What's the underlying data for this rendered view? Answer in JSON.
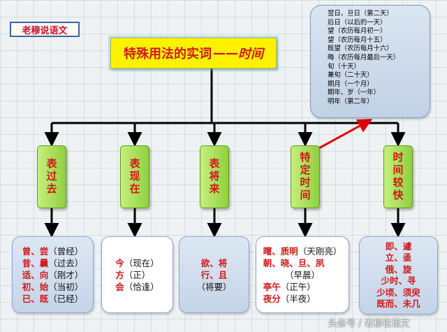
{
  "brand": "老穆说语文",
  "title": {
    "main": "特殊用法的实词",
    "dash": "——",
    "em": "时间"
  },
  "note_lines": [
    "翌日、旦日（第二天）",
    "后日（以后的一天）",
    "望（农历每月初一）",
    "望（农历每月十五）",
    "既望（农历每月十六）",
    "晦（农历每月最后一天）",
    "旬（十天）",
    "兼旬（二十天）",
    "期月（一个月）",
    "期年、岁（一年）",
    "明年（第二年）"
  ],
  "categories": [
    "表过去",
    "表现在",
    "表将来",
    "特定时间",
    "时间较快"
  ],
  "box1": {
    "rows": [
      {
        "r": "曾、尝",
        "k": "（曾经）"
      },
      {
        "r": "昔、曩",
        "k": "（过去）"
      },
      {
        "r": "适、向",
        "k": "（刚才）"
      },
      {
        "r": "初、始",
        "k": "（当初）"
      },
      {
        "r": "已、既",
        "k": "（已经）"
      }
    ]
  },
  "box2": {
    "rows": [
      {
        "r": "今",
        "k": "（现在）"
      },
      {
        "r": "方",
        "k": "（正）"
      },
      {
        "r": "会",
        "k": "（恰逢）"
      }
    ]
  },
  "box3": {
    "line1": "欲、将",
    "line2": "行、且",
    "line3": "（将要）"
  },
  "box4": {
    "line1_r": "曙、质明",
    "line1_k": "（天刚亮）",
    "line2_r": "朝、晓、旦、夙",
    "line3_k": "（早晨）",
    "line4_r": "亭午",
    "line4_k": "（正午）",
    "line5_r": "夜分",
    "line5_k": "（半夜）"
  },
  "box5": {
    "lines": [
      "即、遽",
      "立、亟",
      "俄、旋",
      "少时、寻",
      "少顷、须臾",
      "既而、未几"
    ]
  },
  "watermark": "头条号 / 老穆说语文",
  "colors": {
    "accent_red": "#d01818",
    "title_bg": "#fff200",
    "category_green": "#8fd03e",
    "panel_blue": "#c4d4e8"
  }
}
